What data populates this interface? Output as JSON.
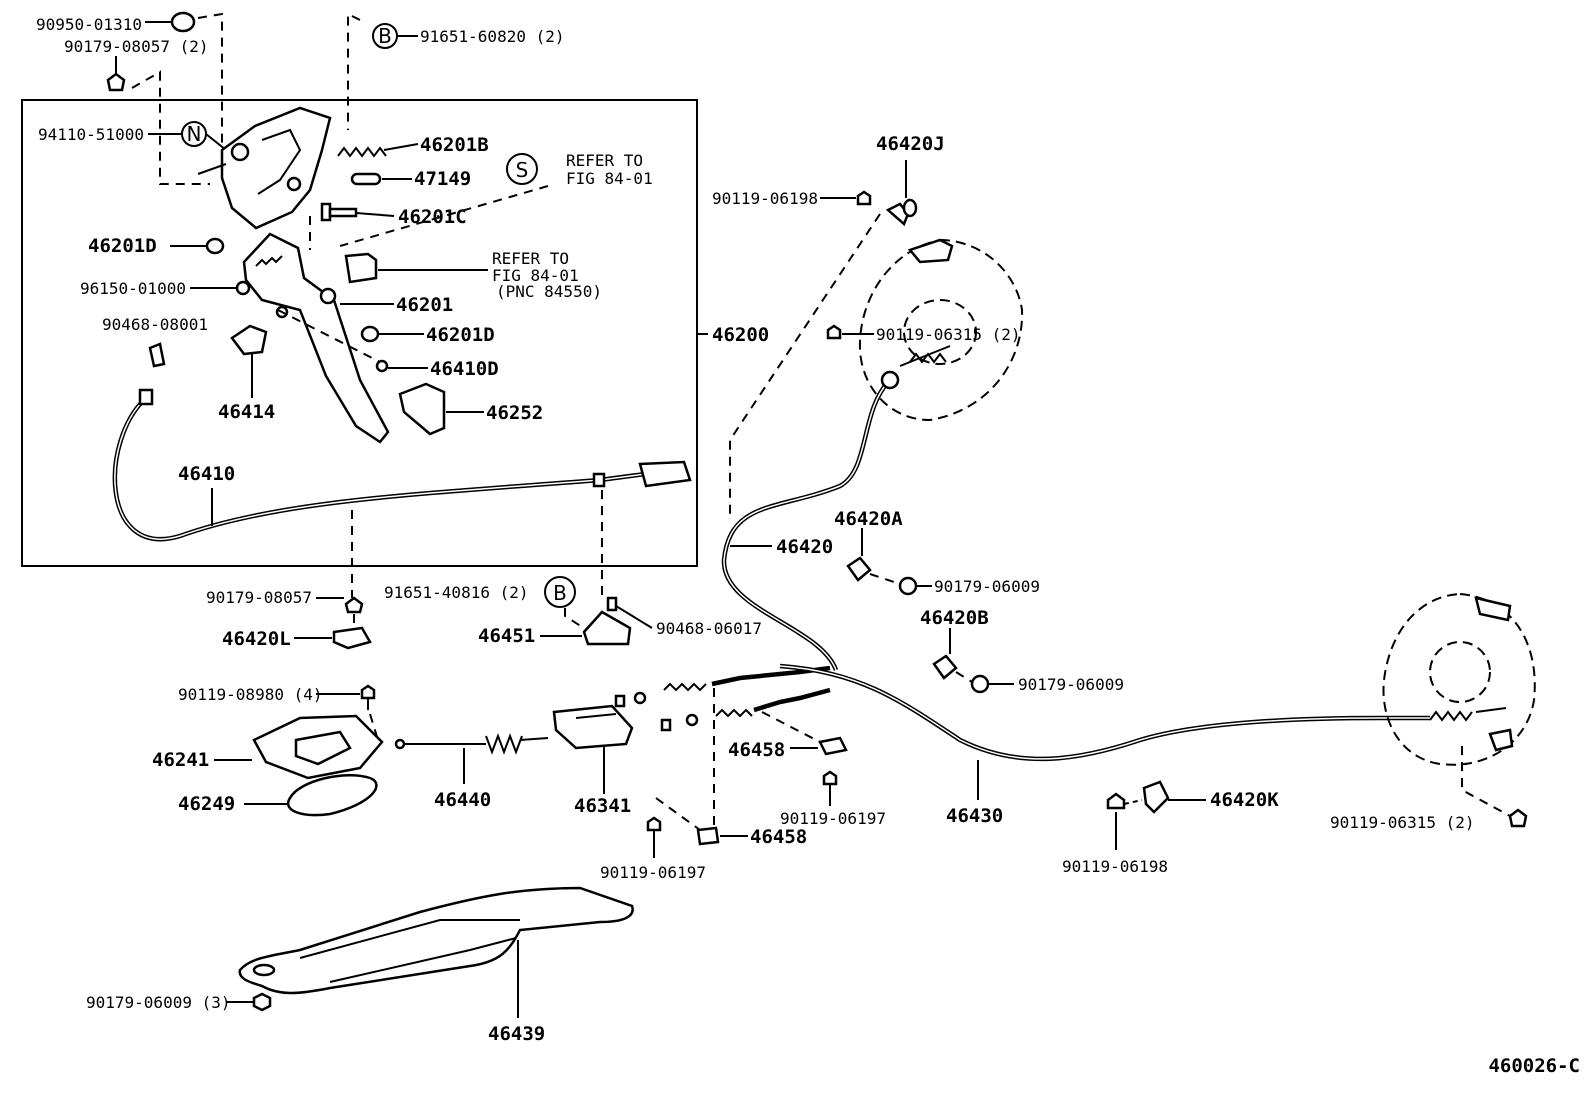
{
  "diagram": {
    "figure_code": "460026-C",
    "parts": {
      "p_90950_01310": "90950-01310",
      "p_90179_08057_2": "90179-08057 (2)",
      "p_91651_60820_2": "91651-60820 (2)",
      "p_94110_51000": "94110-51000",
      "p_46201B": "46201B",
      "p_47149": "47149",
      "p_46201C": "46201C",
      "p_46201D_a": "46201D",
      "p_96150_01000": "96150-01000",
      "p_46201": "46201",
      "p_90468_08001": "90468-08001",
      "p_46201D_b": "46201D",
      "p_46410D": "46410D",
      "p_46414": "46414",
      "p_46252": "46252",
      "p_46410": "46410",
      "p_46200": "46200",
      "p_90179_08057": "90179-08057",
      "p_46420L": "46420L",
      "p_91651_40816_2": "91651-40816 (2)",
      "p_46451": "46451",
      "p_90468_06017": "90468-06017",
      "p_90119_08980_4": "90119-08980 (4)",
      "p_46241": "46241",
      "p_46249": "46249",
      "p_46440": "46440",
      "p_46341": "46341",
      "p_46458_a": "46458",
      "p_46458_b": "46458",
      "p_90119_06197_a": "90119-06197",
      "p_90119_06197_b": "90119-06197",
      "p_90179_06009_3": "90179-06009 (3)",
      "p_46439": "46439",
      "p_46420J": "46420J",
      "p_90119_06198_a": "90119-06198",
      "p_90119_06315_2_a": "90119-06315 (2)",
      "p_46420": "46420",
      "p_46420A": "46420A",
      "p_90179_06009_a": "90179-06009",
      "p_46420B": "46420B",
      "p_90179_06009_b": "90179-06009",
      "p_46430": "46430",
      "p_46420K": "46420K",
      "p_90119_06198_b": "90119-06198",
      "p_90119_06315_2_b": "90119-06315 (2)"
    },
    "markers": {
      "B1": "B",
      "B2": "B",
      "N": "N",
      "S": "S"
    },
    "refs": {
      "refer_s_line1": "REFER TO",
      "refer_s_line2": "FIG 84-01",
      "refer_line1": "REFER TO",
      "refer_line2": "FIG 84-01",
      "refer_line3": "(PNC 84550)"
    }
  }
}
